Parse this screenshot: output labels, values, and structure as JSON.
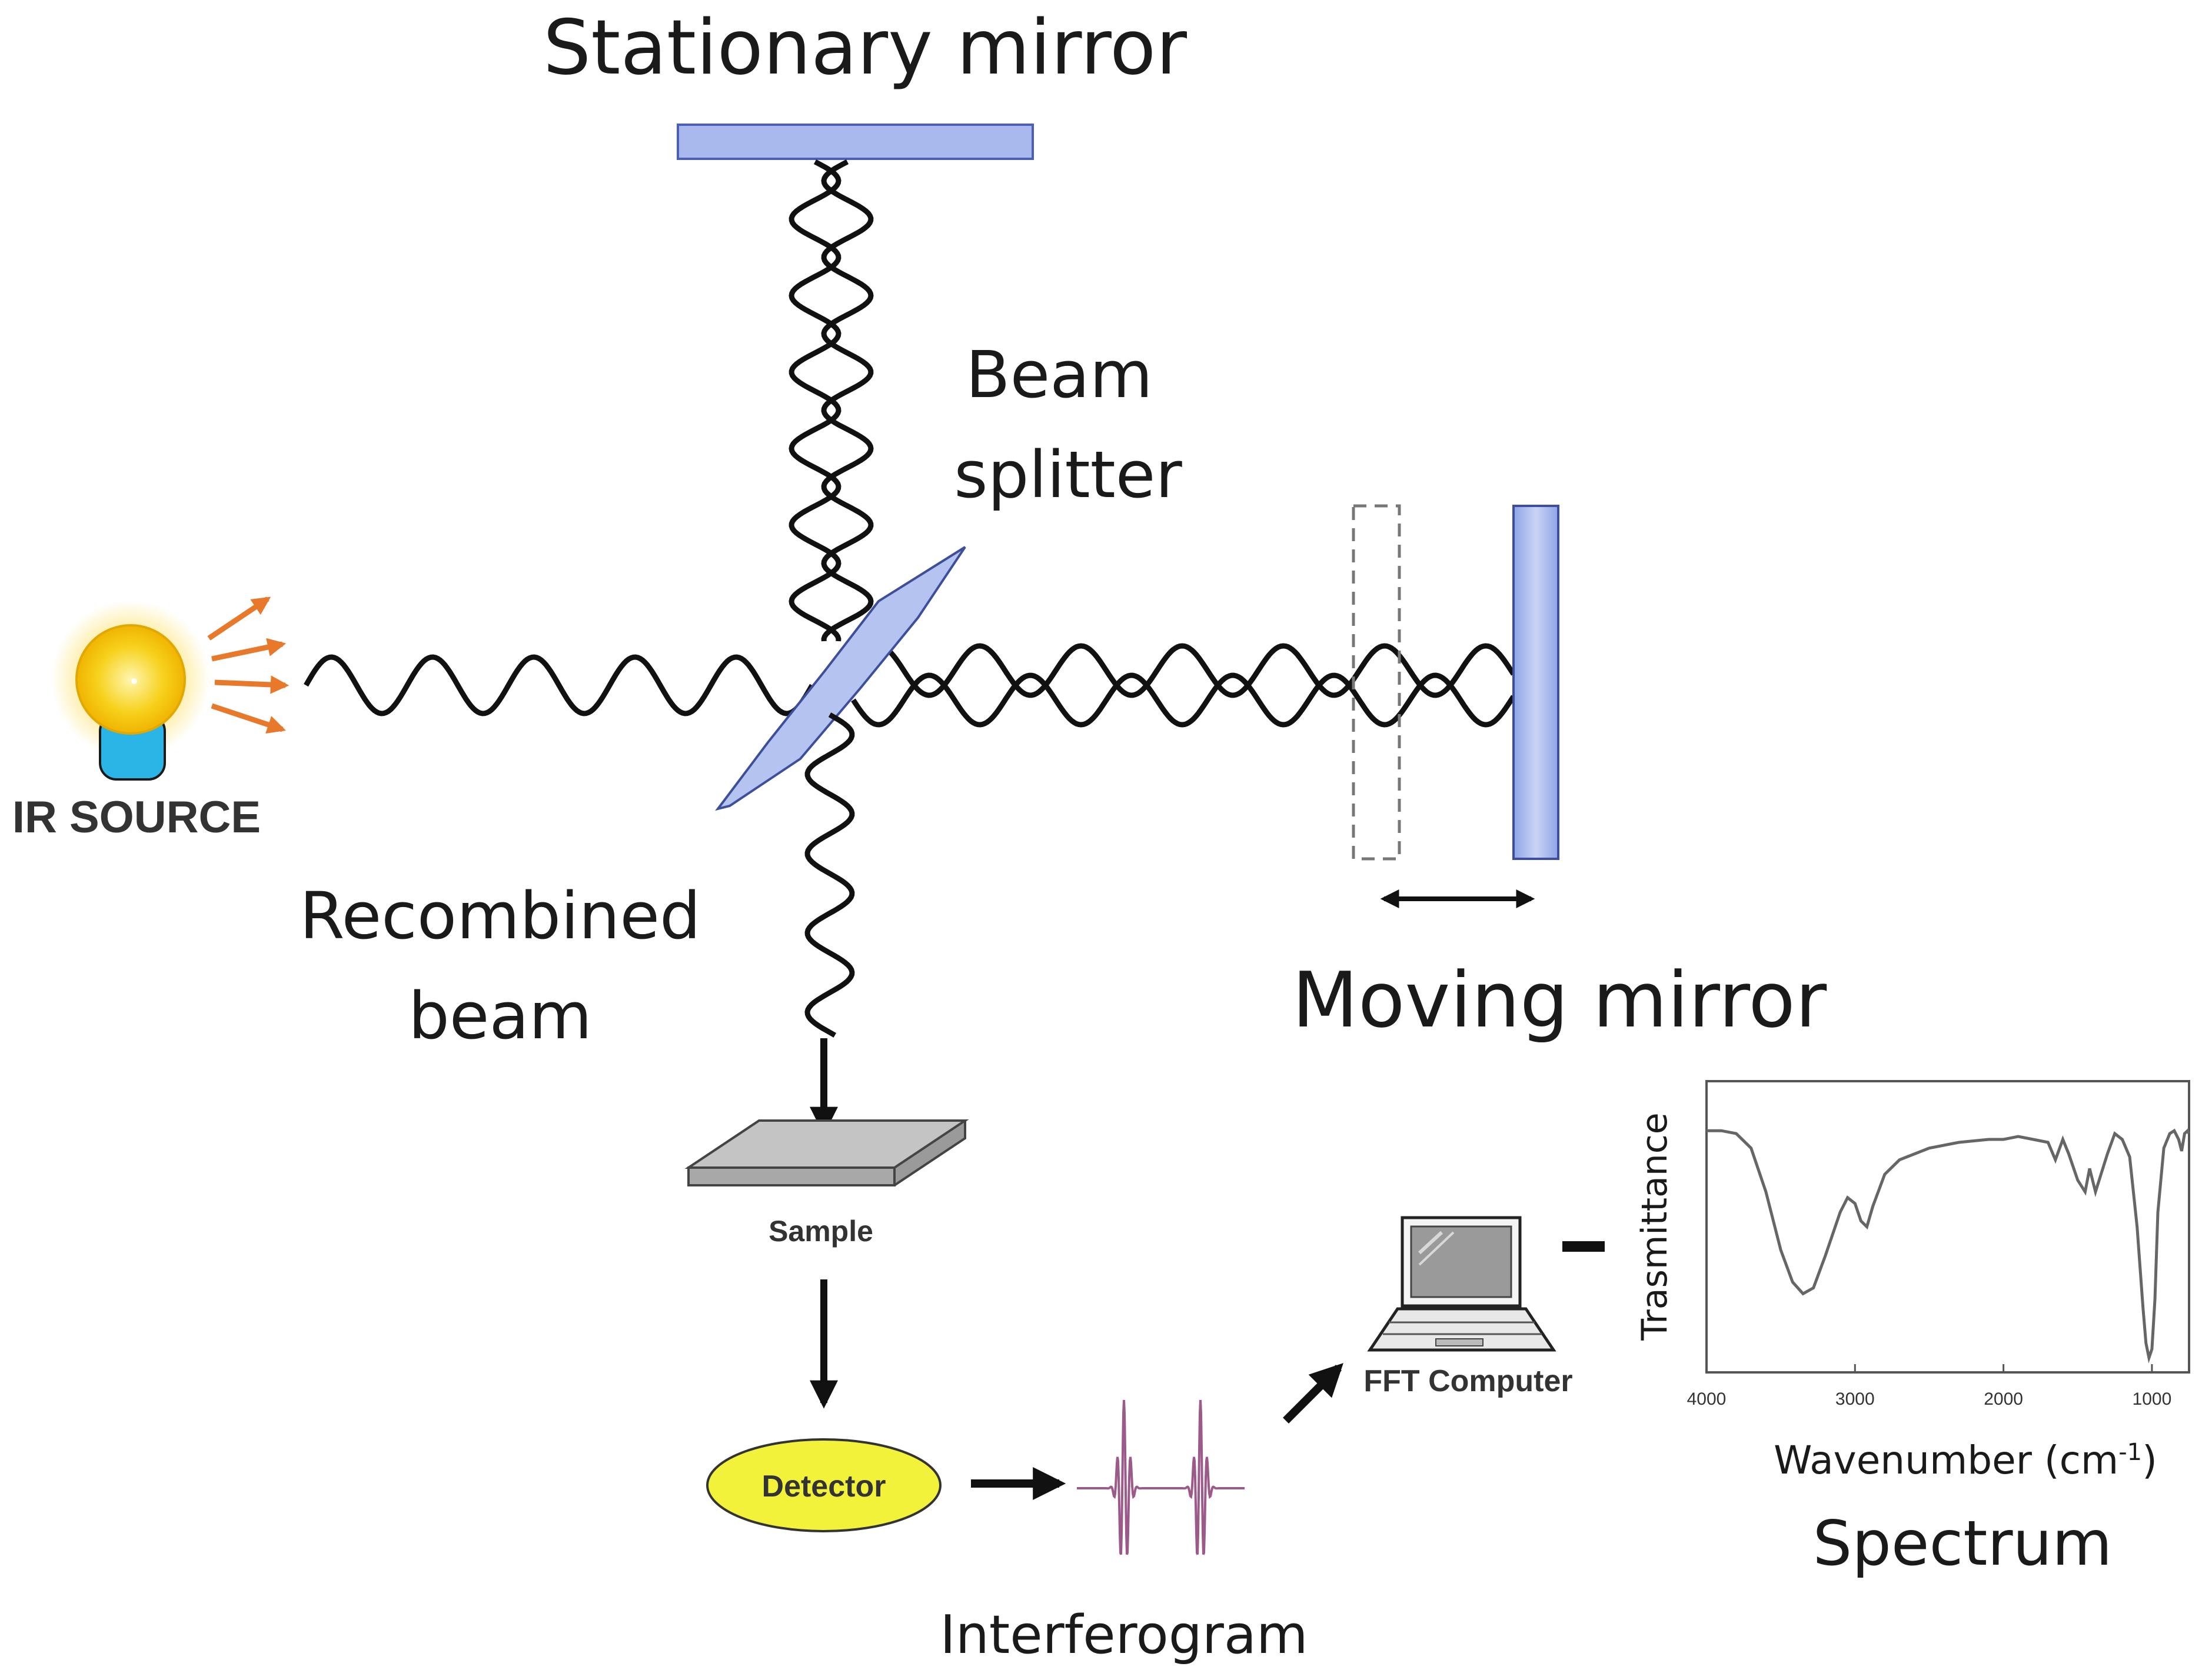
{
  "labels": {
    "stationary_mirror": "Stationary mirror",
    "beam_splitter_1": "Beam",
    "beam_splitter_2": "splitter",
    "ir_source": "IR SOURCE",
    "recombined_beam_1": "Recombined",
    "recombined_beam_2": "beam",
    "moving_mirror": "Moving mirror",
    "sample": "Sample",
    "detector": "Detector",
    "interferogram": "Interferogram",
    "fft_computer": "FFT Computer",
    "spectrum": "Spectrum"
  },
  "colors": {
    "mirror_fill": "#a9b9ee",
    "mirror_stroke": "#4a5fb5",
    "splitter_fill": "#b4c3ef",
    "bulb_yellow": "#f7d21e",
    "bulb_base": "#2bb4e6",
    "ray_orange": "#e8782a",
    "detector_fill": "#f2f23a",
    "sample_fill": "#bdbdbd",
    "spectrum_line": "#666666",
    "interferogram_line": "#9b5a8a"
  },
  "chart_data": {
    "type": "line",
    "title": "Spectrum",
    "xlabel": "Wavenumber (cm-1)",
    "ylabel": "Trasmittance",
    "xlim": [
      4000,
      750
    ],
    "x_ticks": [
      4000,
      3000,
      2000,
      1000
    ],
    "x_tick_labels": [
      "4000",
      "3000",
      "2000",
      "1000"
    ],
    "grid": false,
    "series": [
      {
        "x": [
          4000,
          3900,
          3800,
          3700,
          3600,
          3500,
          3420,
          3350,
          3280,
          3200,
          3100,
          3050,
          3000,
          2960,
          2920,
          2880,
          2800,
          2700,
          2500,
          2300,
          2100,
          2000,
          1900,
          1800,
          1700,
          1650,
          1600,
          1560,
          1500,
          1450,
          1420,
          1380,
          1300,
          1250,
          1200,
          1150,
          1100,
          1060,
          1040,
          1020,
          1000,
          980,
          960,
          920,
          880,
          850,
          820,
          800,
          780,
          760,
          750
        ],
        "y": [
          0.83,
          0.83,
          0.82,
          0.77,
          0.62,
          0.42,
          0.31,
          0.27,
          0.29,
          0.4,
          0.55,
          0.6,
          0.58,
          0.52,
          0.5,
          0.57,
          0.68,
          0.73,
          0.77,
          0.79,
          0.8,
          0.8,
          0.81,
          0.8,
          0.79,
          0.73,
          0.8,
          0.75,
          0.66,
          0.62,
          0.7,
          0.62,
          0.75,
          0.82,
          0.8,
          0.74,
          0.5,
          0.22,
          0.1,
          0.05,
          0.08,
          0.25,
          0.55,
          0.77,
          0.82,
          0.83,
          0.8,
          0.76,
          0.82,
          0.83,
          0.82
        ]
      }
    ]
  }
}
